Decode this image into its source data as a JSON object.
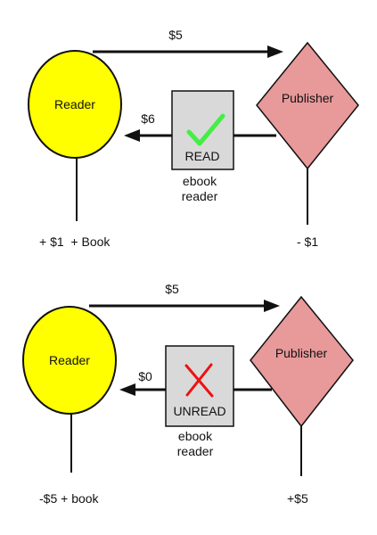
{
  "diagrams": [
    {
      "reader_label": "Reader",
      "publisher_label": "Publisher",
      "payment_to_publisher": "$5",
      "payment_to_reader": "$6",
      "box_status": "READ",
      "box_mark": "check-icon",
      "box_caption_line1": "ebook",
      "box_caption_line2": "reader",
      "reader_outcome": "+ $1  + Book",
      "publisher_outcome": "- $1"
    },
    {
      "reader_label": "Reader",
      "publisher_label": "Publisher",
      "payment_to_publisher": "$5",
      "payment_to_reader": "$0",
      "box_status": "UNREAD",
      "box_mark": "cross-icon",
      "box_caption_line1": "ebook",
      "box_caption_line2": "reader",
      "reader_outcome": "-$5 + book",
      "publisher_outcome": "+$5"
    }
  ],
  "colors": {
    "reader_fill": "#ffff00",
    "publisher_fill": "#e8999a",
    "box_fill": "#d9d9d9",
    "check": "#44ee44",
    "cross": "#ee1111",
    "arrow": "#111111"
  }
}
